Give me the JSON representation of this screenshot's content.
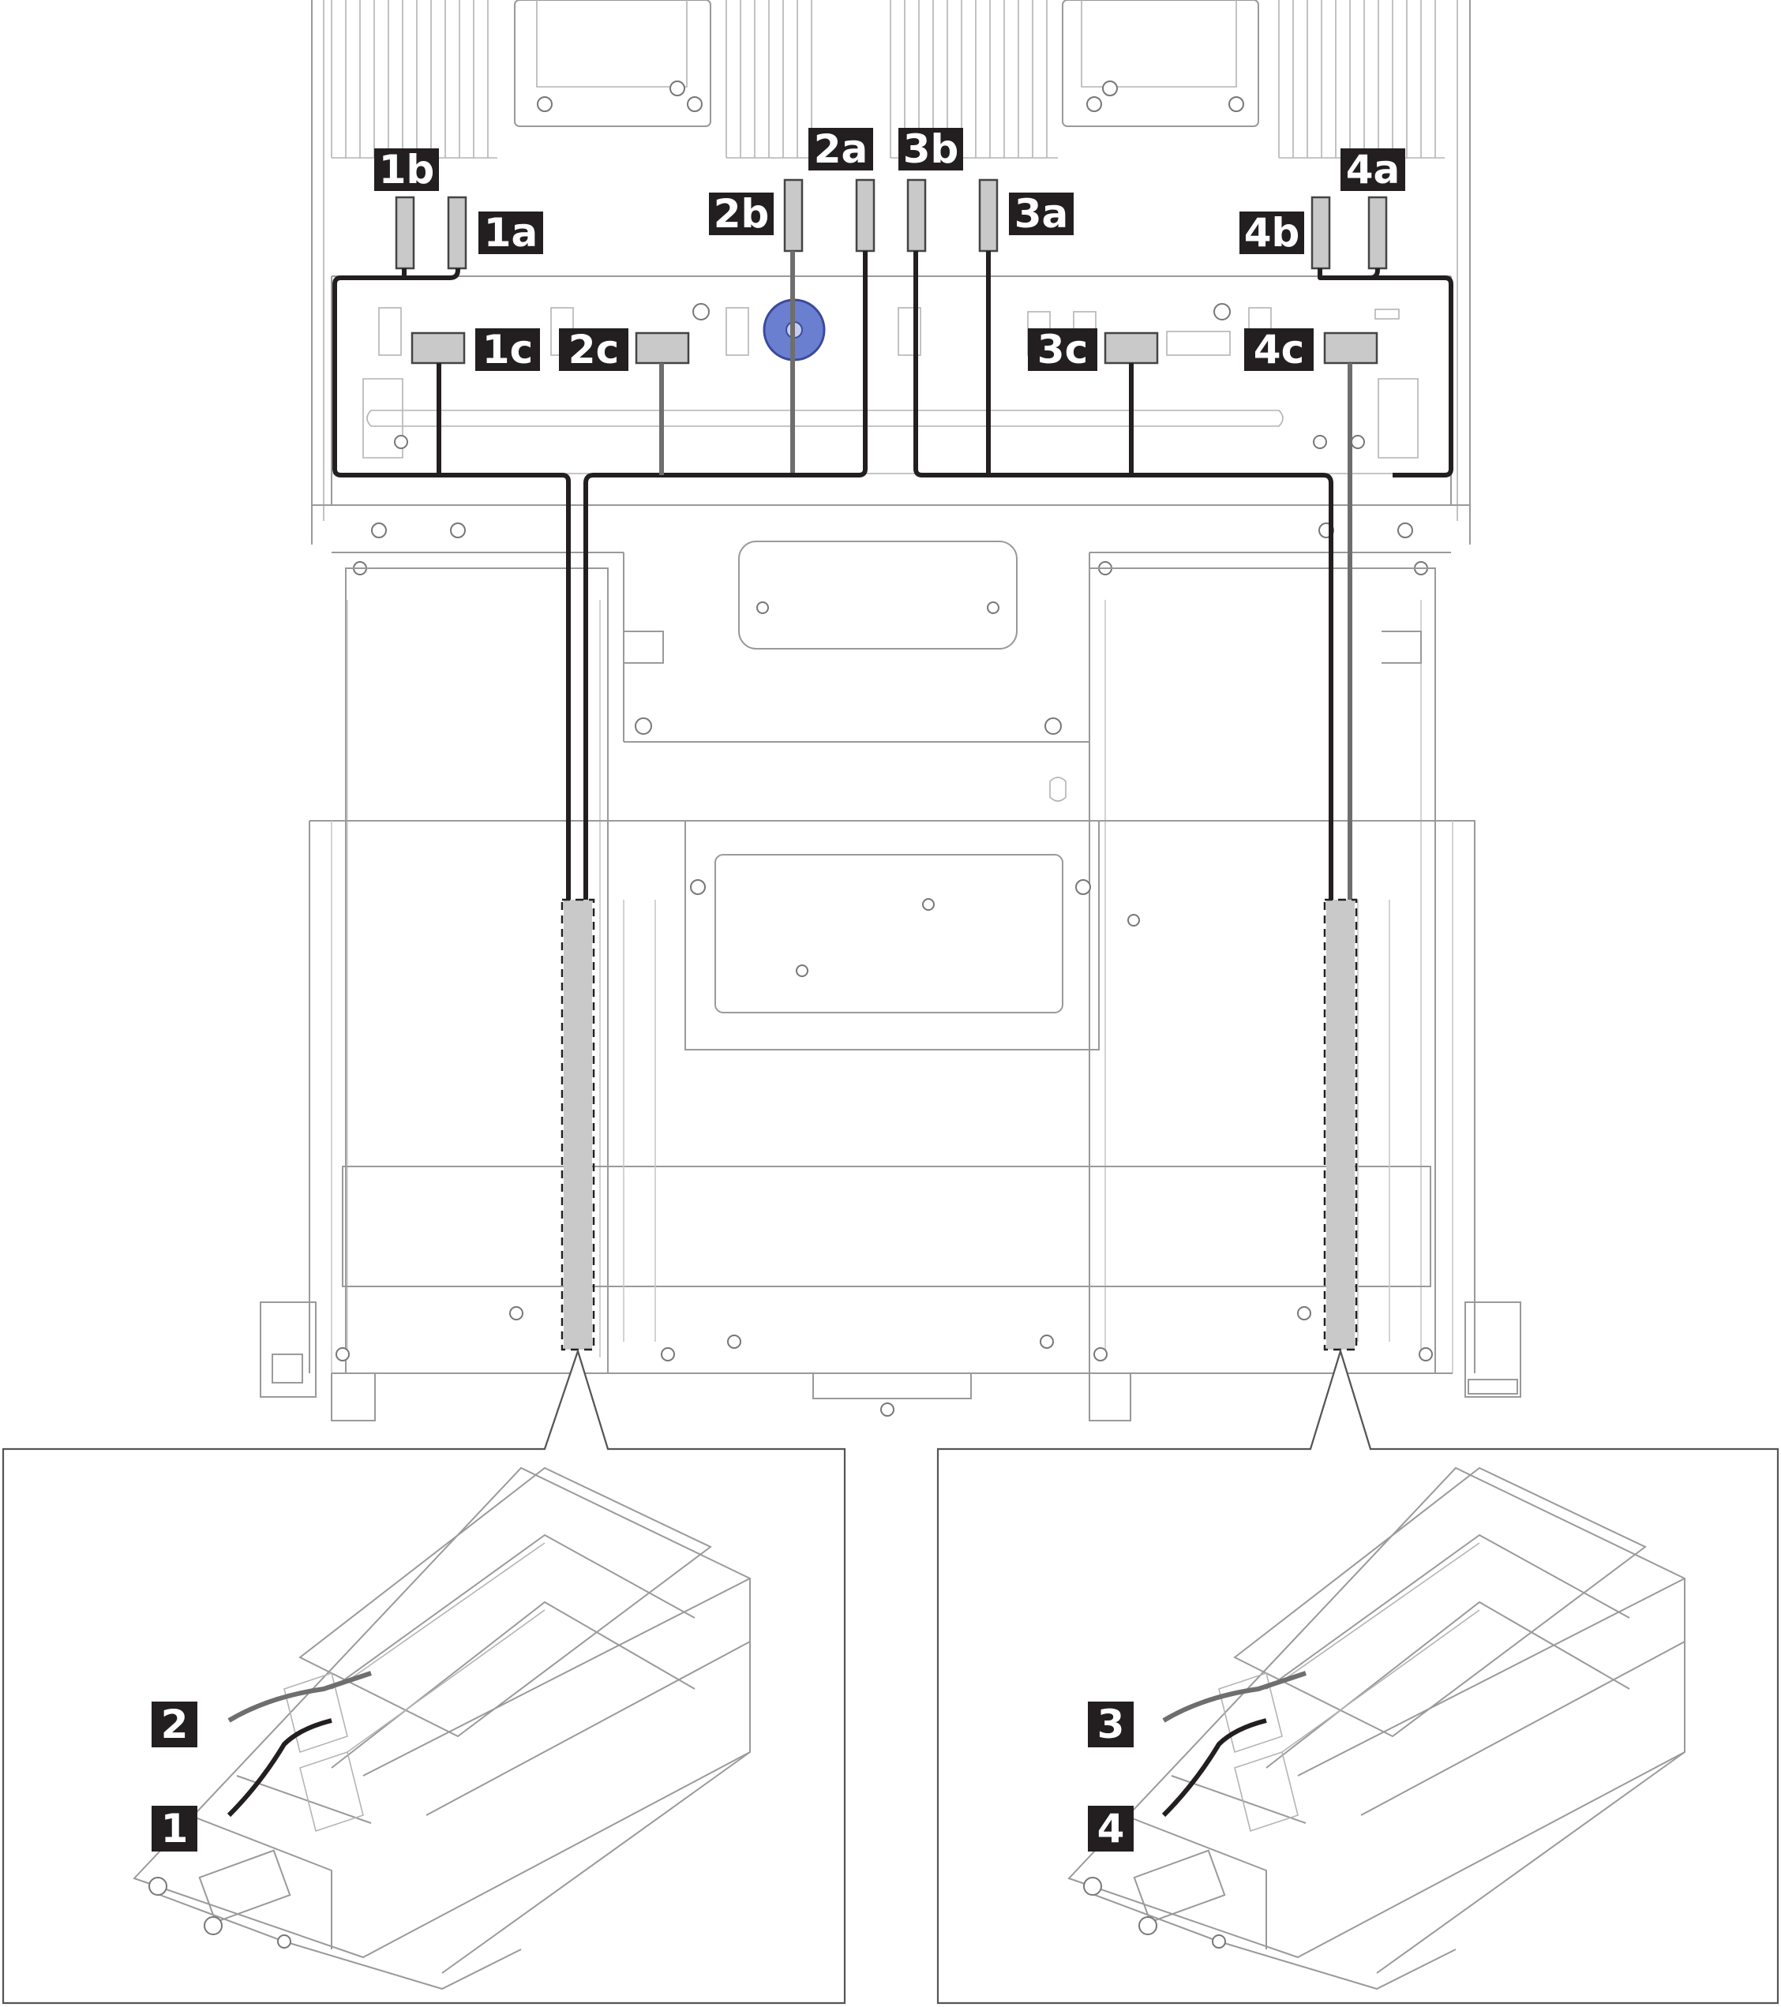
{
  "callouts": {
    "c1a": "1a",
    "c1b": "1b",
    "c1c": "1c",
    "c2a": "2a",
    "c2b": "2b",
    "c2c": "2c",
    "c3a": "3a",
    "c3b": "3b",
    "c3c": "3c",
    "c4a": "4a",
    "c4b": "4b",
    "c4c": "4c",
    "r1": "1",
    "r2": "2",
    "r3": "3",
    "r4": "4"
  },
  "colors": {
    "callout_bg": "#231f20",
    "callout_text": "#ffffff",
    "cable_dark": "#231f20",
    "cable_gray": "#6e6e6e",
    "connector_fill": "#c9c9c9",
    "accent_blue": "#6b7fd1"
  }
}
